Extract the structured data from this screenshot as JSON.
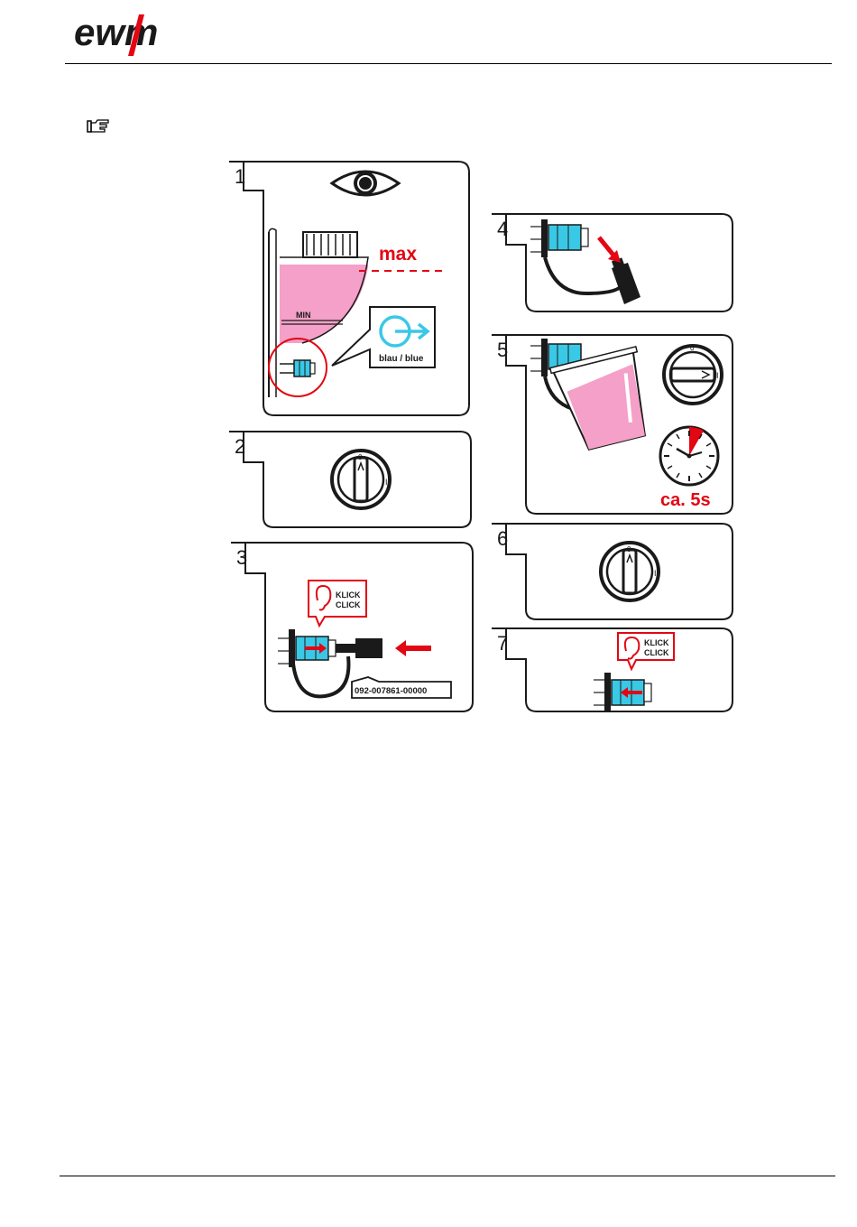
{
  "brand": {
    "logo_text": "ewm",
    "logo_color": "#1a1a1a",
    "accent_color": "#e30613"
  },
  "note": {
    "icon": "pointing-hand-icon"
  },
  "figure": {
    "colors": {
      "fluid": "#f4a0c8",
      "connector": "#39c8e6",
      "warning": "#e30613",
      "outline": "#1a1a1a"
    },
    "steps": [
      {
        "number": "1",
        "max_label": "max",
        "min_label": "MIN",
        "callout_label": "blau / blue"
      },
      {
        "number": "2",
        "switch_zero": "0",
        "switch_one": "I"
      },
      {
        "number": "3",
        "klick": "KLICK",
        "click": "CLICK",
        "part_number": "092-007861-00000"
      },
      {
        "number": "4"
      },
      {
        "number": "5",
        "switch_zero": "0",
        "switch_one": "I",
        "duration": "ca. 5s"
      },
      {
        "number": "6",
        "switch_zero": "0",
        "switch_one": "I"
      },
      {
        "number": "7",
        "klick": "KLICK",
        "click": "CLICK"
      }
    ]
  }
}
